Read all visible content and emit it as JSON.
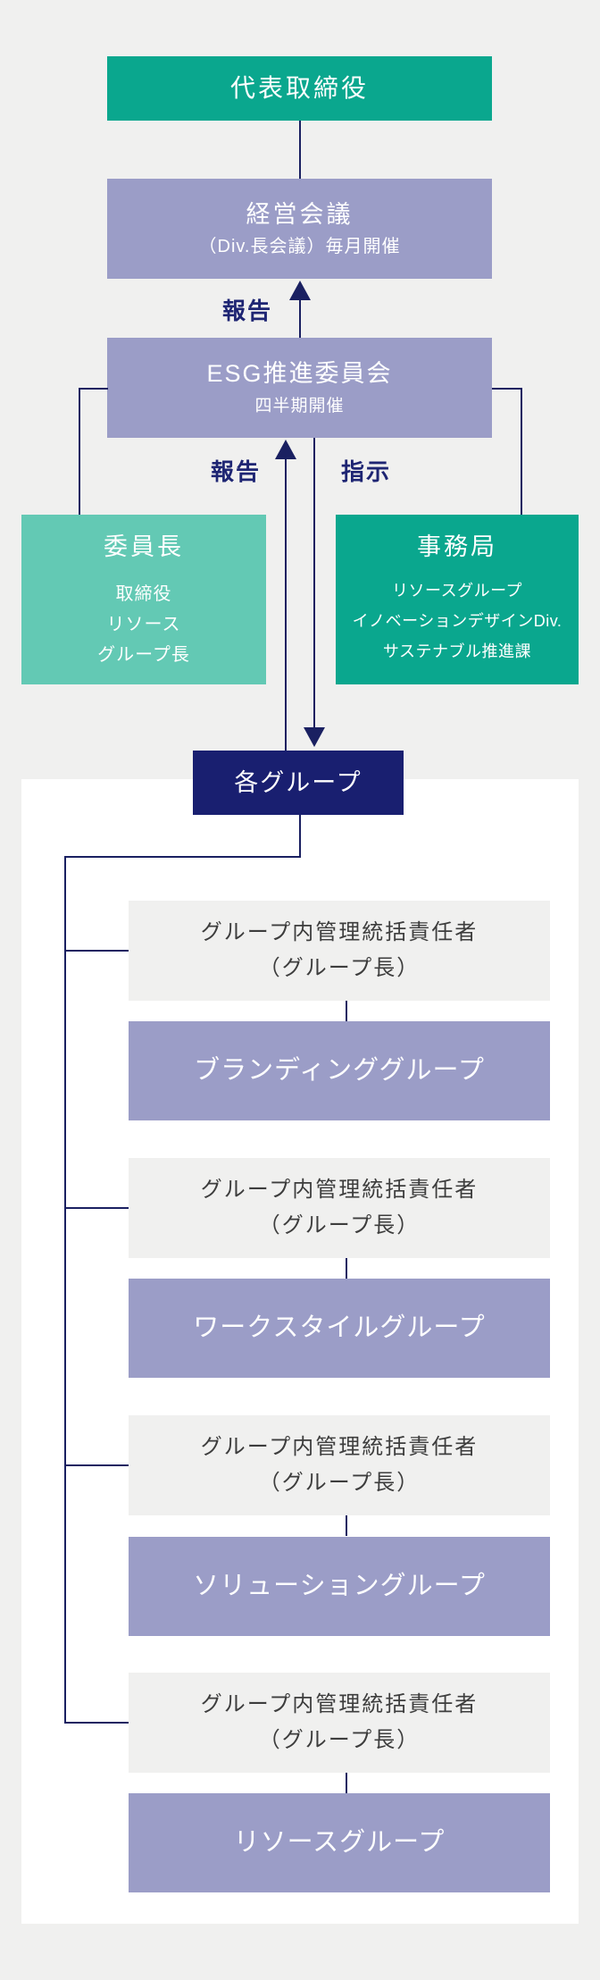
{
  "colors": {
    "bg": "#f0f0ef",
    "panel": "#ffffff",
    "teal": "#0aa78e",
    "teal_light": "#63c9b4",
    "purple": "#9b9dc7",
    "navy": "#191f70",
    "line": "#1a2061",
    "label_text": "#1e2573",
    "gray_box": "#f0f0ef",
    "gray_text": "#3d3d3d",
    "white_text": "#ffffff"
  },
  "nodes": {
    "president": {
      "label": "代表取締役"
    },
    "management_meeting": {
      "title": "経営会議",
      "subtitle": "（Div.長会議）毎月開催"
    },
    "esg_committee": {
      "title": "ESG推進委員会",
      "subtitle": "四半期開催"
    },
    "chairperson": {
      "title": "委員長",
      "members": [
        "取締役",
        "リソース",
        "グループ長"
      ]
    },
    "secretariat": {
      "title": "事務局",
      "members": [
        "リソースグループ",
        "イノベーションデザインDiv.",
        "サステナブル推進課"
      ]
    },
    "each_group": {
      "label": "各グループ"
    }
  },
  "edge_labels": {
    "report_to_management": "報告",
    "report_to_esg": "報告",
    "instruction": "指示"
  },
  "sections": [
    {
      "manager": "グループ内管理統括責任者",
      "manager_sub": "（グループ長）",
      "group": "ブランディンググループ"
    },
    {
      "manager": "グループ内管理統括責任者",
      "manager_sub": "（グループ長）",
      "group": "ワークスタイルグループ"
    },
    {
      "manager": "グループ内管理統括責任者",
      "manager_sub": "（グループ長）",
      "group": "ソリューショングループ"
    },
    {
      "manager": "グループ内管理統括責任者",
      "manager_sub": "（グループ長）",
      "group": "リソースグループ"
    }
  ]
}
